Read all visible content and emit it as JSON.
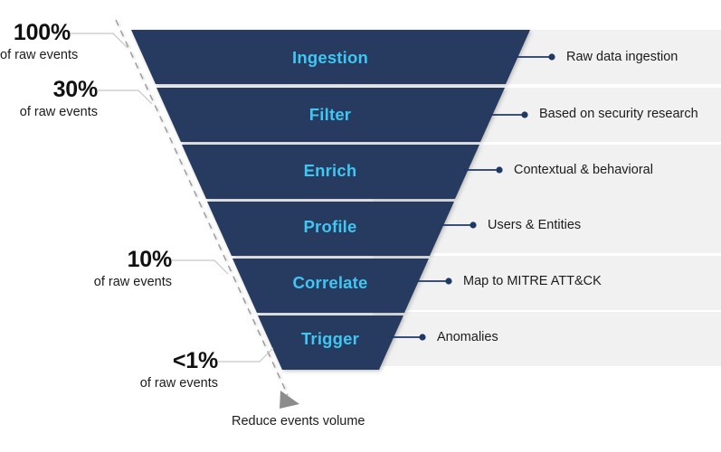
{
  "diagram": {
    "title_caption": "Reduce events volume",
    "colors": {
      "funnel_fill": "#263A5E",
      "stage_label": "#3FC6F2",
      "band_bg": "#F1F1F1",
      "connector": "#1F3864",
      "leader": "#BFBFBF",
      "arrow": "#808080"
    },
    "stages": [
      {
        "label": "Ingestion",
        "description": "Raw data ingestion"
      },
      {
        "label": "Filter",
        "description": "Based on security research"
      },
      {
        "label": "Enrich",
        "description": "Contextual & behavioral"
      },
      {
        "label": "Profile",
        "description": "Users & Entities"
      },
      {
        "label": "Correlate",
        "description": "Map to MITRE ATT&CK"
      },
      {
        "label": "Trigger",
        "description": "Anomalies"
      }
    ],
    "percentages": [
      {
        "value": "100%",
        "sublabel": "of raw events"
      },
      {
        "value": "30%",
        "sublabel": "of raw events"
      },
      {
        "value": "10%",
        "sublabel": "of raw events"
      },
      {
        "value": "<1%",
        "sublabel": "of raw events"
      }
    ]
  }
}
